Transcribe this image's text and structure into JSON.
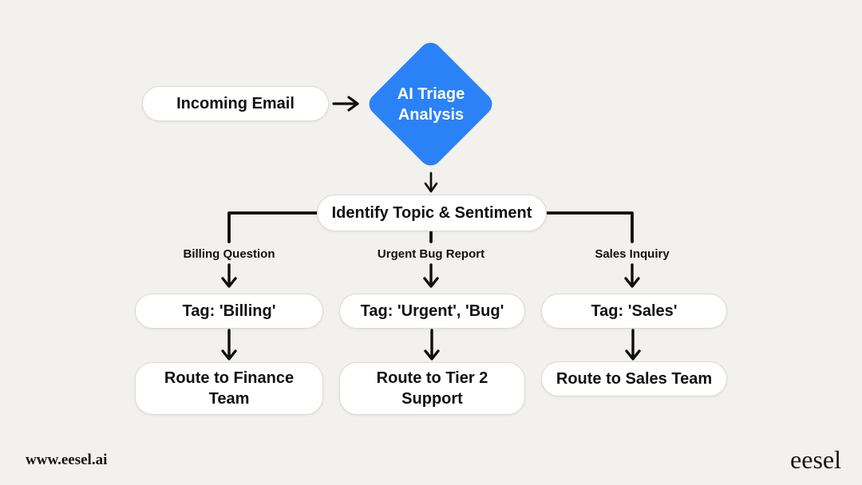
{
  "flowchart": {
    "nodes": {
      "incoming_email": {
        "label": "Incoming Email"
      },
      "ai_triage": {
        "label": "AI Triage\nAnalysis"
      },
      "identify": {
        "label": "Identify Topic & Sentiment"
      },
      "tag_billing": {
        "label": "Tag: 'Billing'"
      },
      "tag_urgent_bug": {
        "label": "Tag: 'Urgent', 'Bug'"
      },
      "tag_sales": {
        "label": "Tag: 'Sales'"
      },
      "route_finance": {
        "label": "Route to Finance\nTeam"
      },
      "route_tier2": {
        "label": "Route to Tier 2\nSupport"
      },
      "route_sales": {
        "label": "Route to Sales Team"
      }
    },
    "branch_labels": {
      "billing": "Billing Question",
      "urgent": "Urgent Bug Report",
      "sales": "Sales Inquiry"
    }
  },
  "footer": {
    "website": "www.eesel.ai",
    "brand": "eesel"
  },
  "colors": {
    "background": "#F2F1ED",
    "node_fill": "#FFFFFF",
    "node_border": "#DCDBD8",
    "diamond_fill": "#2B82F6",
    "diamond_text": "#FFFFFF",
    "arrow": "#0F0F0F",
    "text": "#111111"
  }
}
